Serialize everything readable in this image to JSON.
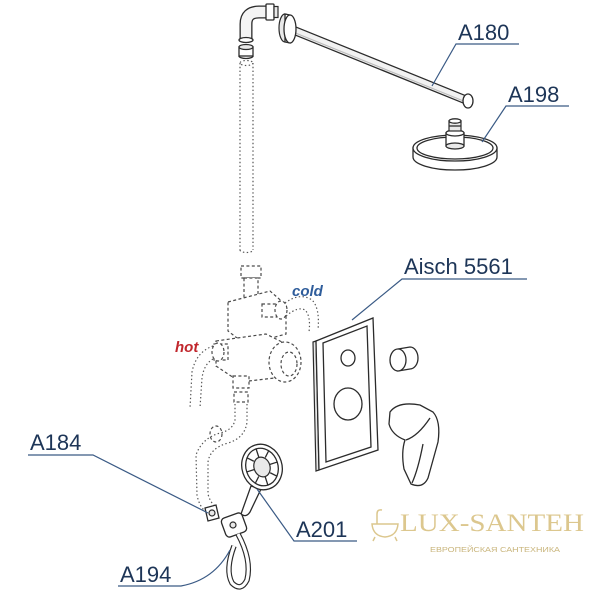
{
  "labels": {
    "a180": "A180",
    "a198": "A198",
    "aisch": "Aisch 5561",
    "a184": "A184",
    "a201": "A201",
    "a194": "A194",
    "cold": "cold",
    "hot": "hot"
  },
  "watermark": {
    "brand": "LUX-SANTEH",
    "tagline": "ЕВРОПЕЙСКАЯ САНТЕХНИКА"
  },
  "colors": {
    "label": "#1d3557",
    "leader": "#3a5a85",
    "hot": "#c1272d",
    "cold": "#2f5d9b",
    "watermark": "#dcc78e",
    "outline": "#2b2b2b"
  }
}
